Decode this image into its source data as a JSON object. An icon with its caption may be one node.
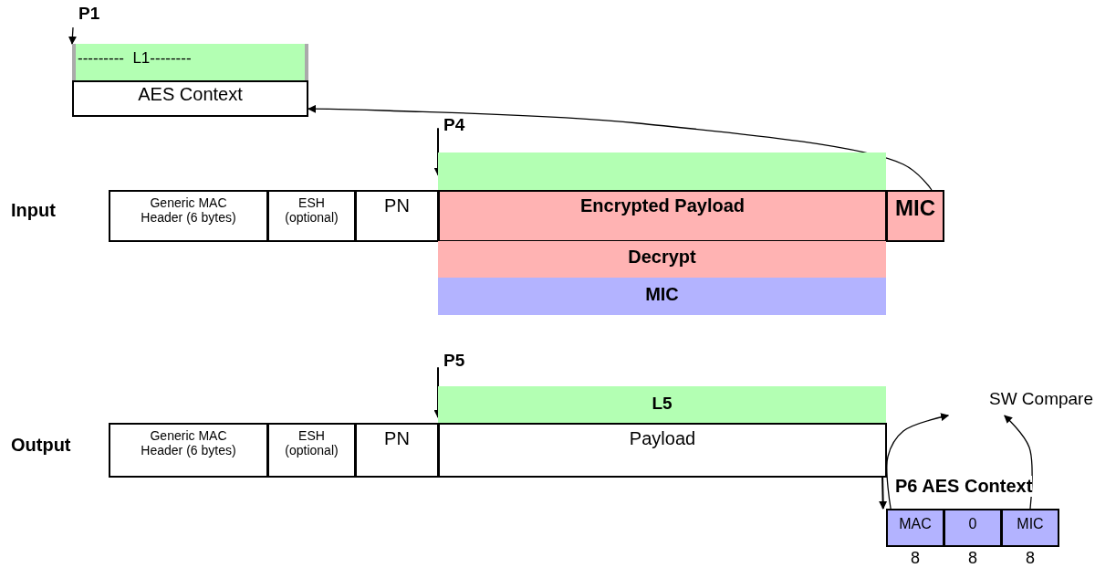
{
  "diagram": {
    "nodes": [
      {
        "text": [
          "---------  L1--------"
        ]
      },
      {
        "text": [
          "AES Context"
        ]
      },
      {
        "text": [
          "P1"
        ]
      },
      {
        "text": [],
        "shape": "bar"
      },
      {
        "text": [
          "Generic MAC Header (6 bytes)"
        ]
      },
      {
        "text": [
          "ESH (optional)"
        ]
      },
      {
        "text": [
          "PN"
        ]
      },
      {
        "text": [
          "Encrypted Payload"
        ]
      },
      {
        "text": [
          "MIC"
        ]
      },
      {
        "text": [
          "Decrypt"
        ]
      },
      {
        "text": [
          "MIC"
        ]
      },
      {
        "text": [
          "P4"
        ]
      },
      {
        "text": [
          "L5"
        ]
      },
      {
        "text": [
          "Generic MAC Header (6 bytes)"
        ]
      },
      {
        "text": [
          "ESH (optional)"
        ]
      },
      {
        "text": [
          "PN"
        ]
      },
      {
        "text": [
          "Payload"
        ]
      },
      {
        "text": [
          "P5"
        ]
      },
      {
        "text": [
          "P6 AES Context"
        ]
      },
      {
        "text": [
          "MAC"
        ],
        "beside": [
          "8"
        ]
      },
      {
        "text": [
          "0"
        ],
        "beside": [
          "8"
        ]
      },
      {
        "text": [
          "MIC"
        ],
        "beside": [
          "8"
        ]
      },
      {
        "text": [
          "SW Compare"
        ]
      }
    ],
    "edges": [
      {
        "from": 2,
        "to": 0,
        "arrow": "to"
      },
      {
        "from": 8,
        "to": 1,
        "arrow": "to"
      },
      {
        "from": 11,
        "to": 3,
        "arrow": "to"
      },
      {
        "from": 17,
        "to": 12,
        "arrow": "to"
      },
      {
        "from": 16,
        "to": 19,
        "arrow": "to"
      },
      {
        "from": 19,
        "to": 22,
        "arrow": "to"
      },
      {
        "from": 21,
        "to": 22,
        "arrow": "to"
      }
    ],
    "labels": [
      "Input",
      "Output"
    ]
  }
}
